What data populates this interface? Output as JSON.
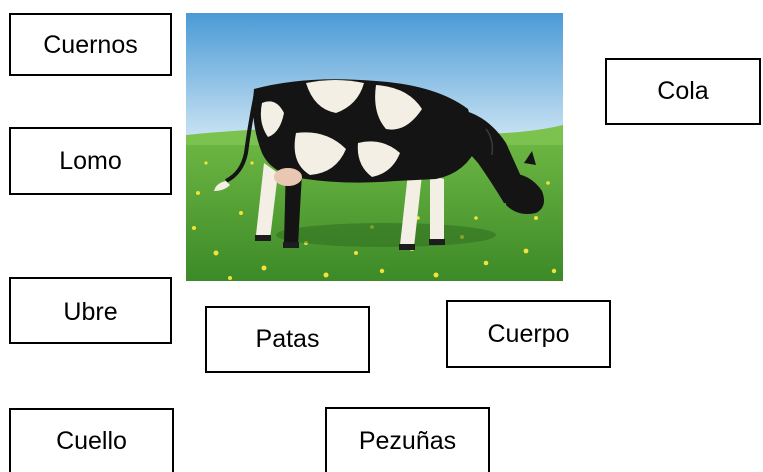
{
  "labels": {
    "cuernos": "Cuernos",
    "cola": "Cola",
    "lomo": "Lomo",
    "ubre": "Ubre",
    "patas": "Patas",
    "cuerpo": "Cuerpo",
    "cuello": "Cuello",
    "pezunas": "Pezuñas"
  },
  "image": {
    "subject": "cow-photo",
    "colors": {
      "sky_top": "#4a9ad6",
      "sky_bottom": "#cfe6f4",
      "grass": "#5aa83a",
      "grass_dark": "#3c8a28",
      "cow_black": "#141414",
      "cow_white": "#f4efe4",
      "flowers": "#f2e23a"
    }
  }
}
